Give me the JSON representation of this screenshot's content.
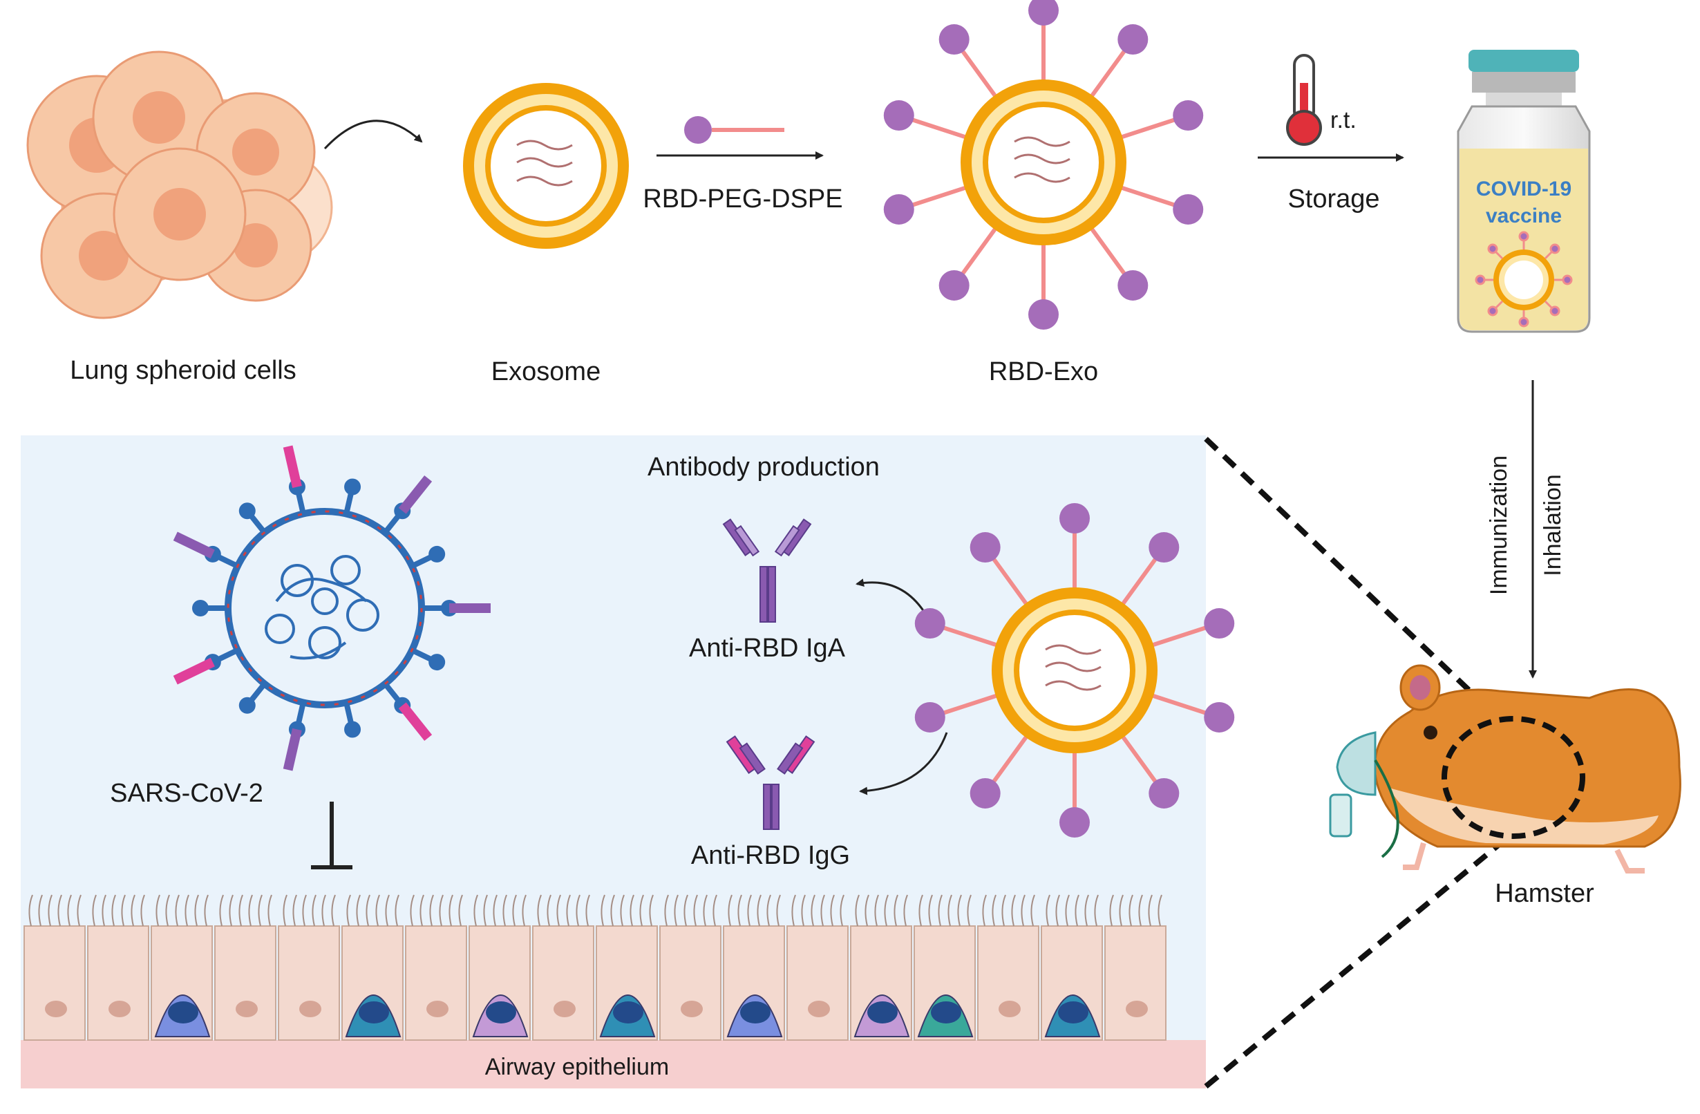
{
  "labels": {
    "lung_cells": "Lung spheroid cells",
    "exosome": "Exosome",
    "conjugate": "RBD-PEG-DSPE",
    "rbd_exo": "RBD-Exo",
    "temperature": "r.t.",
    "storage": "Storage",
    "vial_line1": "COVID-19",
    "vial_line2": "vaccine",
    "immunization": "Immunization",
    "inhalation": "Inhalation",
    "antibody_production": "Antibody production",
    "iga": "Anti-RBD IgA",
    "igg": "Anti-RBD IgG",
    "virus": "SARS-CoV-2",
    "epithelium": "Airway epithelium",
    "hamster": "Hamster"
  },
  "icons": {
    "thermometer": "thermometer-icon",
    "vial": "vaccine-vial-icon",
    "hamster": "hamster-icon",
    "nebulizer": "nebulizer-mask-icon",
    "inhibition": "inhibition-symbol-icon"
  },
  "colors": {
    "cell_fill": "#f7c8a6",
    "cell_nucleus": "#f0a27c",
    "membrane": "#f2a20a",
    "membrane_inner": "#fde7a8",
    "rbd": "#a56db9",
    "peg": "#f28c8c",
    "panel_bg": "#eaf3fb",
    "epithelium_base": "#f6cfcf",
    "vial_liquid": "#f3e3a4",
    "vial_cap": "#4fb3b8",
    "hamster": "#e38a2f",
    "antibody_purple": "#8a5ab0",
    "antibody_pink": "#e0409a",
    "virus_blue": "#2f6db5"
  }
}
